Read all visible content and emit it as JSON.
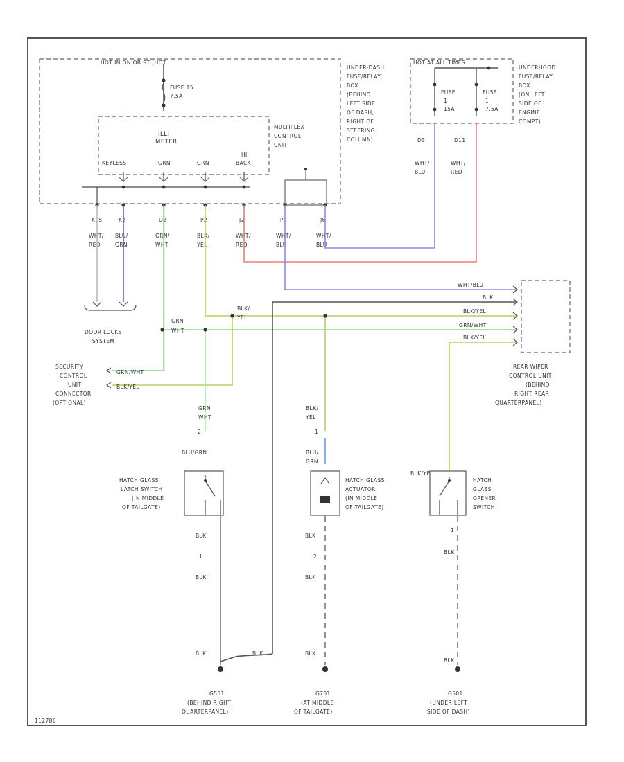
{
  "hot_in_run": "HOT IN ON OR ST (HOT",
  "fuse15_1": "FUSE 15",
  "fuse15_2": "7.5A",
  "ufrb1": [
    "UNDER-DASH",
    "FUSE/RELAY",
    "BOX",
    "(BEHIND",
    "LEFT SIDE",
    "OF DASH,",
    "RIGHT OF",
    "STEERING",
    "COLUMN)"
  ],
  "mcu": [
    "MULTIPLEX",
    "CONTROL",
    "UNIT"
  ],
  "meter1": "ILLI",
  "meter2": "METER",
  "pins": [
    "KEYLESS",
    "GRN",
    "GRN",
    "HI",
    "BACK"
  ],
  "hot_all": "HOT AT ALL TIMES",
  "fuseA1": "FUSE",
  "fuseA2": "1",
  "fuseA3": "15A",
  "fuseB1": "FUSE",
  "fuseB2": "1",
  "fuseB3": "7.5A",
  "ufrb2": [
    "UNDERHOOD",
    "FUSE/RELAY",
    "BOX",
    "(ON LEFT",
    "SIDE OF",
    "ENGINE",
    "COMPT)"
  ],
  "conn_d3": "D3",
  "conn_d11": "D11",
  "wht_blu": [
    "WHT/",
    "BLU"
  ],
  "wht_red": [
    "WHT/",
    "RED"
  ],
  "connectors": [
    "K15",
    "K2",
    "Q2",
    "P2",
    "J2",
    "P3",
    "J6"
  ],
  "wirecolors": [
    [
      "WHT/",
      "RED"
    ],
    [
      "BLU/",
      "GRN"
    ],
    [
      "GRN/",
      "WHT"
    ],
    [
      "BLK/",
      "YEL"
    ],
    [
      "WHT/",
      "RED"
    ],
    [
      "WHT/",
      "BLU"
    ],
    [
      "WHT/",
      "BLU"
    ]
  ],
  "door_locks": "DOOR LOCKS",
  "system": "SYSTEM",
  "grn1": "GRN",
  "wht1": "WHT",
  "blk_yel_top": [
    "BLK/",
    "YEL"
  ],
  "rw_wires": [
    "WHT/BLU",
    "BLK",
    "BLK/YEL",
    "GRN/WHT",
    "BLK/YEL"
  ],
  "rw_unit": [
    "REAR WIPER",
    "CONTROL UNIT",
    "(BEHIND",
    "RIGHT REAR",
    "QUARTERPANEL)"
  ],
  "sec_unit": [
    "SECURITY",
    "CONTROL",
    "UNIT",
    "CONNECTOR",
    "(OPTIONAL)"
  ],
  "sec_w1": "GRN/WHT",
  "sec_w2": "BLK/YEL",
  "sw1_top": [
    "GRN",
    "WHT"
  ],
  "sw1_n": "2",
  "sw1_mid": "BLU/GRN",
  "sw1": [
    "HATCH GLASS",
    "LATCH SWITCH",
    "(IN MIDDLE",
    "OF TAILGATE)"
  ],
  "act_top": [
    "BLK/",
    "YEL"
  ],
  "act_n": "1",
  "act_mid": [
    "BLU/",
    "GRN"
  ],
  "act": [
    "HATCH GLASS",
    "ACTUATOR",
    "(IN MIDDLE",
    "OF TAILGATE)"
  ],
  "sw3_mid": "BLK/YEL",
  "sw3": [
    "HATCH",
    "GLASS",
    "OPENER",
    "SWITCH"
  ],
  "blk": "BLK",
  "n1": "1",
  "n2": "2",
  "g1": [
    "G501",
    "(BEHIND RIGHT",
    "QUARTERPANEL)"
  ],
  "g2": [
    "G701",
    "(AT MIDDLE",
    "OF TAILGATE)"
  ],
  "g3": [
    "G501",
    "(UNDER LEFT",
    "SIDE OF DASH)"
  ],
  "fig_id": "112786"
}
